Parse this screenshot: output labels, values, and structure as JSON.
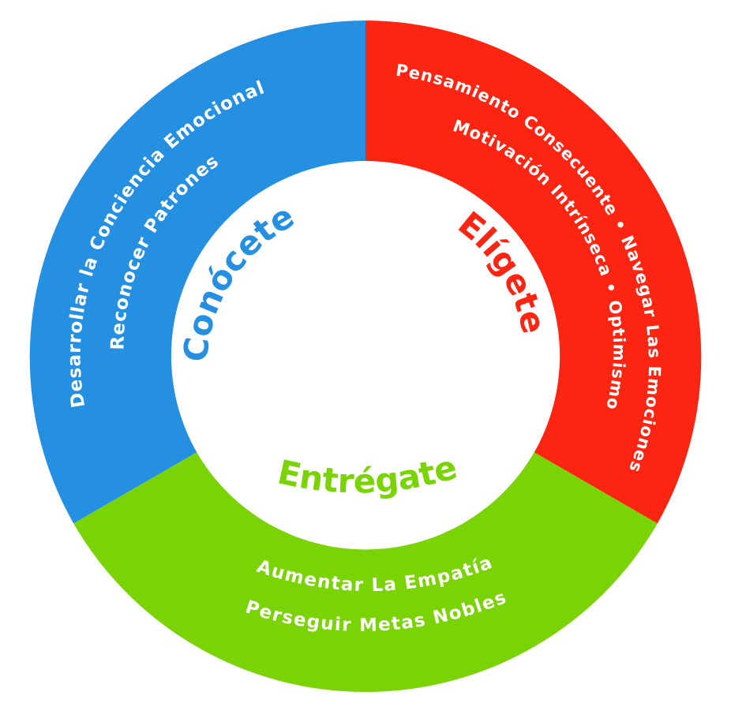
{
  "segments": {
    "know": {
      "color": "#2590e2",
      "label": "Conócete",
      "items": [
        "Desarrollar la Conciencia Emocional",
        "Reconocer Patrones"
      ]
    },
    "choose": {
      "color": "#fc2512",
      "label": "Elígete",
      "items": [
        "Pensamiento Consecuente • Navegar Las Emociones",
        "Motivación Intrínseca • Optimismo"
      ]
    },
    "give": {
      "color": "#7ad405",
      "label": "Entrégate",
      "items": [
        "Aumentar La Empatía",
        "Perseguir Metas Nobles"
      ]
    }
  }
}
